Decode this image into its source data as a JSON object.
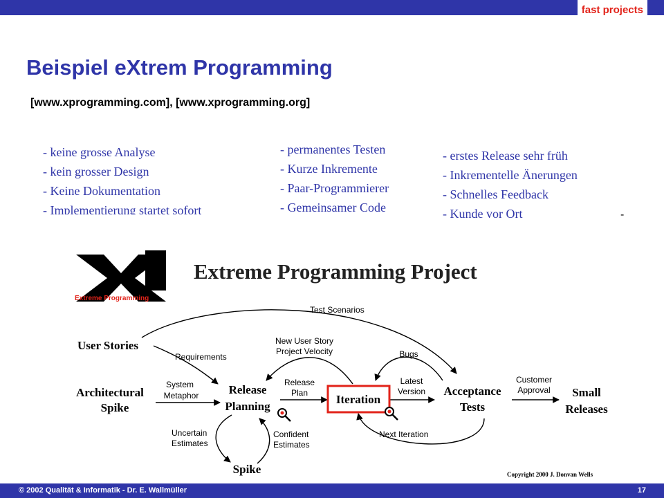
{
  "header": {
    "brand": "fast projects"
  },
  "slide": {
    "title": "Beispiel eXtrem Programming",
    "subtitle": "[www.xprogramming.com], [www.xprogramming.org]",
    "col1": [
      "- keine grosse Analyse",
      "- kein grosser Design",
      "- Keine Dokumentation",
      "- Implementierung startet sofort"
    ],
    "col2": [
      "- permanentes Testen",
      "- Kurze Inkremente",
      "- Paar-Programmierer",
      "- Gemeinsamer Code"
    ],
    "col3": [
      "- erstes Release sehr früh",
      "- Inkrementelle Änerungen",
      "- Schnelles Feedback",
      "- Kunde vor Ort"
    ],
    "dash": "-"
  },
  "diagram": {
    "heading": "Extreme Programming Project",
    "logo_text": "Extreme Programming",
    "nodes": {
      "user_stories": "User Stories",
      "arch_1": "Architectural",
      "arch_2": "Spike",
      "release_1": "Release",
      "release_2": "Planning",
      "iteration": "Iteration",
      "accept_1": "Acceptance",
      "accept_2": "Tests",
      "small_1": "Small",
      "small_2": "Releases",
      "spike": "Spike"
    },
    "labels": {
      "test_scenarios": "Test Scenarios",
      "requirements": "Requirements",
      "new_story_1": "New User Story",
      "new_story_2": "Project Velocity",
      "bugs": "Bugs",
      "system_1": "System",
      "system_2": "Metaphor",
      "release_plan_1": "Release",
      "release_plan_2": "Plan",
      "latest_1": "Latest",
      "latest_2": "Version",
      "customer_1": "Customer",
      "customer_2": "Approval",
      "uncertain_1": "Uncertain",
      "uncertain_2": "Estimates",
      "confident_1": "Confident",
      "confident_2": "Estimates",
      "next_iteration": "Next Iteration",
      "copyright": "Copyright 2000 J. Donvan Wells"
    },
    "colors": {
      "highlight": "#e2231a",
      "ink": "#000000"
    }
  },
  "footer": {
    "copyright": "© 2002 Qualität & Informatik - Dr. E. Wallmüller",
    "page": "17"
  },
  "colors": {
    "primary": "#2f35a8",
    "accent": "#e2231a"
  }
}
